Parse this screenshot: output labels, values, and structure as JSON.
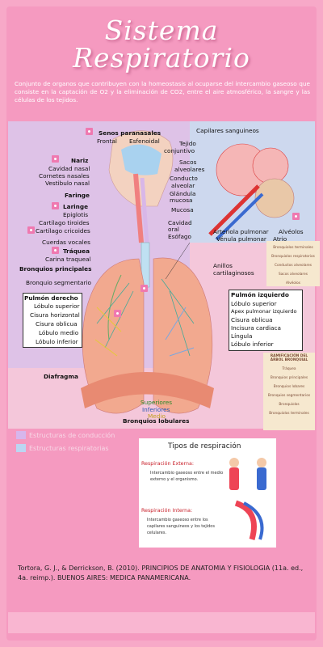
{
  "title_line1": "Sistema",
  "title_line2": "Respiratorio",
  "intro": "Conjunto de organos  que contribuyen  con la homeostasis al ocuparse del intercambio gaseoso que consiste en la captación de O2 y la eliminación de CO2, entre el aire atmosférico, la sangre y las células de los tejidos.",
  "labels": {
    "senos": "Senos paranasales",
    "frontal": "Frontal",
    "esfenoidal": "Esfenoidal",
    "nariz": "Nariz",
    "cavidad_nasal": "Cavidad nasal",
    "cornetes": "Cornetes nasales",
    "vestibulo": "Vestibulo nasal",
    "faringe": "Faringe",
    "laringe": "Laringe",
    "epiglotis": "Epiglotis",
    "tiroides": "Cartílago tiroides",
    "cricoides": "Cartílago cricoides",
    "cuerdas": "Cuerdas vocales",
    "traquea": "Tráquea",
    "carina": "Carina traqueal",
    "bronquios_principales": "Bronquios principales",
    "bronquio_segmentario": "Bronquio segmentario",
    "capilares": "Capilares sanguineos",
    "tejido1": "Tejido",
    "tejido2": "conjuntivo",
    "sacos1": "Sacos",
    "sacos2": "alveolares",
    "conducto1": "Conducto",
    "conducto2": "alveolar",
    "glandula1": "Glándula",
    "glandula2": "mucosa",
    "mucosa": "Mucosa",
    "cavidad_oral1": "Cavidad",
    "cavidad_oral2": "oral",
    "esofago": "Esófago",
    "arteriola": "Arteriola pulmonar",
    "venula": "Vénula pulmonar",
    "alveolos": "Alvéolos",
    "atrio": "Atrio",
    "anillos1": "Anillos",
    "anillos2": "cartilaginosos",
    "pulmon_derecho": "Pulmón derecho",
    "lobulo_superior": "Lóbulo superior",
    "cisura_horizontal": "Cisura horizontal",
    "cisura_oblicua": "Cisura oblicua",
    "lobulo_medio": "Lóbulo medio",
    "lobulo_inferior": "Lóbulo inferior",
    "pulmon_izquierdo": "Pulmón izquierdo",
    "lobulo_superior_i": "Lóbulo superior",
    "apex": "Apex pulmonar izquierdo",
    "cisura_oblicua_i": "Cisura oblicua",
    "incisura": "Incisura cardiaca",
    "lingula": "Língula",
    "lobulo_inferior_i": "Lóbulo inferior",
    "diafragma": "Diafragma",
    "superiores": "Superiores",
    "inferiores": "Inferiores",
    "medio": "Medio",
    "bronquios_lobulares": "Bronquios lobulares"
  },
  "legend": {
    "conduccion": "Estructuras de conducción",
    "respiratorias": "Estructuras respiratorias",
    "color_conduccion": "#d7b6ec",
    "color_respiratorias": "#bcd6f2"
  },
  "side_top": [
    "Bronquiolos terminales",
    "Bronquiolos respiratorios",
    "Conductos alveolares",
    "Sacos alveolares",
    "Alvéolos"
  ],
  "side_bottom_title": "RAMIFICACIÓN DEL ÁRBOL BRONQUIAL",
  "side_bottom": [
    "Tráquea",
    "Bronquios principales",
    "Bronquios lobares",
    "Bronquios segmentarios",
    "Bronquiolos",
    "Bronquiolos terminales"
  ],
  "tipos": {
    "title": "Tipos de respiración",
    "externa": "Respiración Externa:",
    "externa_desc1": "Intercambio gaseoso entre el medio",
    "externa_desc2": "externo y el organismo.",
    "interna": "Respiración Interna:",
    "interna_desc1": "Intercambio gaseoso entre los",
    "interna_desc2": "capilares sanguineos y los tejidos",
    "interna_desc3": "celulares."
  },
  "reference": "Tortora, G. J., & Derrickson, B. (2010). PRINCIPIOS DE ANATOMIA Y FISIOLOGIA (11a. ed., 4a. reimp.). BUENOS AIRES: MEDICA PANAMERICANA."
}
